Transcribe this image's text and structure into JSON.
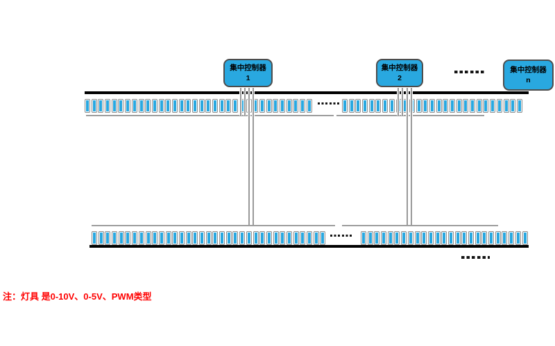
{
  "controllers": [
    {
      "name": "集中控制器",
      "unit": "1"
    },
    {
      "name": "集中控制器",
      "unit": "2"
    },
    {
      "name": "集中控制器",
      "unit": "n"
    }
  ],
  "light_rows": {
    "top": {
      "segment1_count": 34,
      "segment2_count": 27
    },
    "bottom": {
      "segment1_count": 35,
      "segment2_count": 25
    }
  },
  "ellipsis": "......",
  "note": "注：灯具 是0-10V、0-5V、PWM类型",
  "colors": {
    "device_blue": "#29a8e0",
    "wire_gray": "#999999",
    "bus_gray": "#9c9c9c",
    "line_black": "#000000",
    "note_red": "#ff0000"
  }
}
